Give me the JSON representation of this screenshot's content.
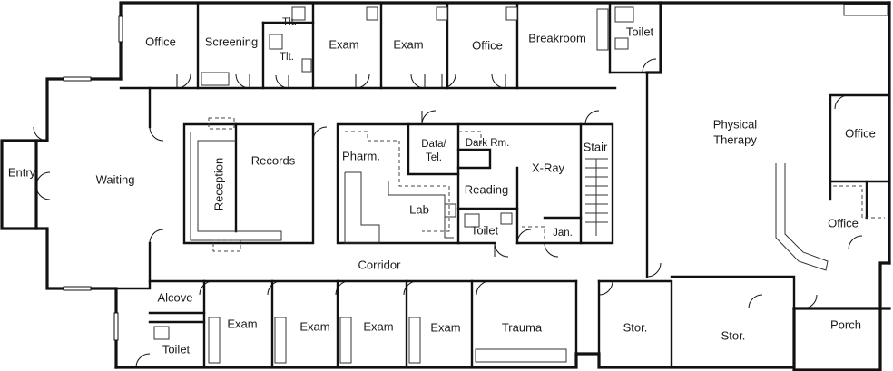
{
  "rooms": {
    "office_top_left": "Office",
    "screening": "Screening",
    "tlt_upper": "Tlt.",
    "tlt_lower": "Tlt.",
    "exam_top_1": "Exam",
    "exam_top_2": "Exam",
    "office_top_mid": "Office",
    "breakroom": "Breakroom",
    "toilet_top": "Toilet",
    "physical_therapy_1": "Physical",
    "physical_therapy_2": "Therapy",
    "office_right_upper": "Office",
    "office_right_lower": "Office",
    "entry": "Entry",
    "waiting": "Waiting",
    "reception": "Reception",
    "records": "Records",
    "pharm": "Pharm.",
    "data_tel_1": "Data/",
    "data_tel_2": "Tel.",
    "dark_rm": "Dark Rm.",
    "stair": "Stair",
    "xray": "X-Ray",
    "reading": "Reading",
    "lab": "Lab",
    "toilet_mid": "Toilet",
    "jan": "Jan.",
    "corridor": "Corridor",
    "alcove": "Alcove",
    "toilet_bottom": "Toilet",
    "exam_bottom_1": "Exam",
    "exam_bottom_2": "Exam",
    "exam_bottom_3": "Exam",
    "exam_bottom_4": "Exam",
    "trauma": "Trauma",
    "stor_left": "Stor.",
    "stor_mid": "Stor.",
    "porch": "Porch"
  }
}
